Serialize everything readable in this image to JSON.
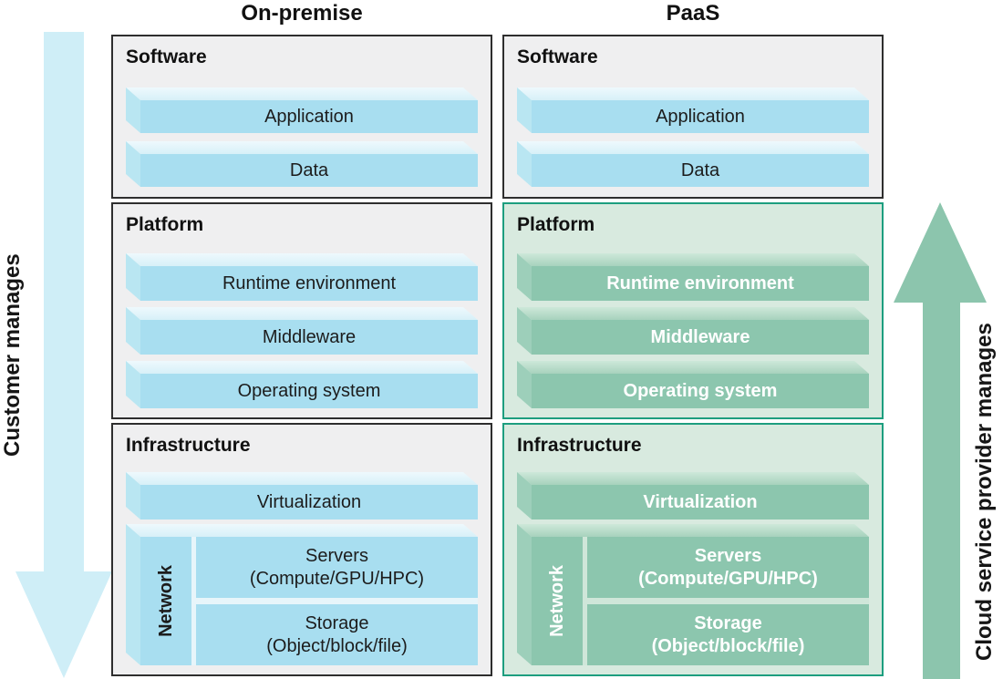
{
  "arrows": {
    "customer": "Customer manages",
    "provider": "Cloud service provider manages"
  },
  "columns": [
    {
      "header": "On-premise",
      "software": {
        "title": "Software",
        "application": "Application",
        "data": "Data"
      },
      "platform": {
        "title": "Platform",
        "runtime": "Runtime environment",
        "middleware": "Middleware",
        "os": "Operating system"
      },
      "infrastructure": {
        "title": "Infrastructure",
        "virtualization": "Virtualization",
        "network": "Network",
        "servers_line1": "Servers",
        "servers_line2": "(Compute/GPU/HPC)",
        "storage_line1": "Storage",
        "storage_line2": "(Object/block/file)"
      }
    },
    {
      "header": "PaaS",
      "software": {
        "title": "Software",
        "application": "Application",
        "data": "Data"
      },
      "platform": {
        "title": "Platform",
        "runtime": "Runtime environment",
        "middleware": "Middleware",
        "os": "Operating system"
      },
      "infrastructure": {
        "title": "Infrastructure",
        "virtualization": "Virtualization",
        "network": "Network",
        "servers_line1": "Servers",
        "servers_line2": "(Compute/GPU/HPC)",
        "storage_line1": "Storage",
        "storage_line2": "(Object/block/file)"
      }
    }
  ],
  "colors": {
    "customer_arrow": "#cfeef7",
    "provider_arrow": "#8cc5ad",
    "onprem_bar_front": "#a8def0",
    "onprem_bar_side": "#b9e6f2",
    "onprem_bar_top": "#ddf2f9",
    "paas_bar_front": "#8cc6ae",
    "paas_bar_side": "#9dcfba",
    "paas_bar_top": "#b6dac7",
    "panel_bg": "#efeff0",
    "panel_border": "#2e2e2e",
    "managed_panel_bg": "#d8eadf",
    "managed_panel_border": "#1d9e7f"
  }
}
